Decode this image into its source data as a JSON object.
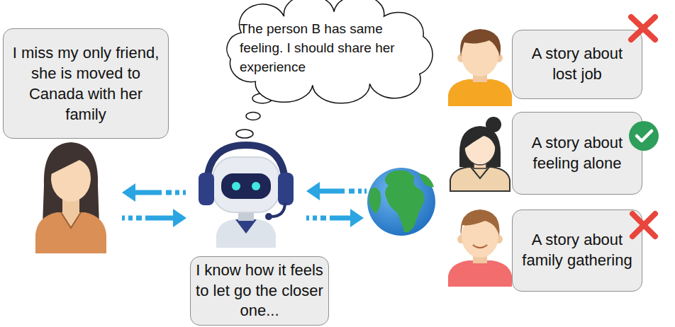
{
  "diagram": {
    "nodes": [
      {
        "text": [
          "I miss my only friend, she is moved to Canada with her family"
        ]
      },
      {
        "text": [
          "The person B has same feeling. I should share her experience"
        ]
      },
      {
        "text": [
          "A story about lost job"
        ]
      },
      {
        "text": [
          "A story about feeling alone"
        ]
      },
      {
        "text": [
          "A story about family gathering"
        ]
      },
      {
        "text": [
          "I know how it feels to let go the closer one..."
        ]
      }
    ]
  }
}
